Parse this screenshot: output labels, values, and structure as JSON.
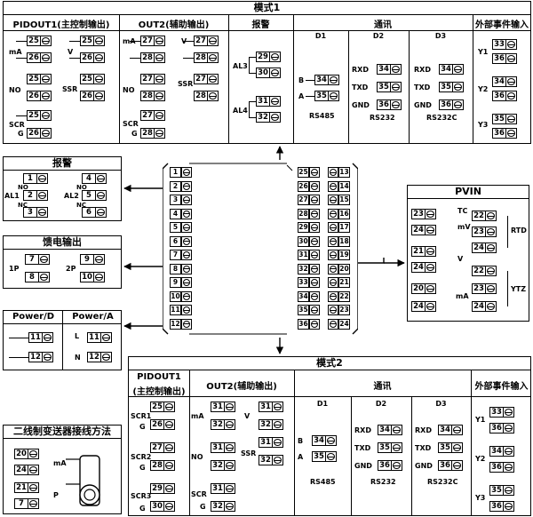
{
  "mode1": {
    "title": "模式1",
    "sections": {
      "pidout1": "PIDOUT1(主控制输出)",
      "out2": "OUT2(辅助输出)",
      "alarm": "报警",
      "comm": "通讯",
      "ext": "外部事件输入"
    },
    "comm_cols": [
      "D1",
      "D2",
      "D3"
    ],
    "comm_bottom": [
      "RS485",
      "RS232",
      "RS232C"
    ],
    "pidout1_terms": [
      "25",
      "26",
      "25",
      "26",
      "25",
      "26"
    ],
    "pidout1_labels": [
      "mA",
      "V",
      "NO",
      "SSR",
      "SCR",
      "G"
    ],
    "out2_terms": [
      "27",
      "28",
      "27",
      "28",
      "27",
      "28",
      "27",
      "28",
      "27",
      "28"
    ],
    "out2_labels": [
      "mA",
      "V",
      "NO",
      "SSR",
      "SCR",
      "G"
    ],
    "alarm_terms": [
      "29",
      "30",
      "31",
      "32"
    ],
    "alarm_labels": [
      "AL3",
      "AL4"
    ],
    "d1_terms": [
      "34",
      "35"
    ],
    "d1_labels": [
      "B",
      "A"
    ],
    "d2_terms": [
      "34",
      "35",
      "36"
    ],
    "d2_labels": [
      "RXD",
      "TXD",
      "GND"
    ],
    "d3_terms": [
      "34",
      "35",
      "36"
    ],
    "d3_labels": [
      "RXD",
      "TXD",
      "GND"
    ],
    "ext_terms": [
      "33",
      "36",
      "34",
      "36",
      "35",
      "36"
    ],
    "ext_labels": [
      "Y1",
      "Y2",
      "Y3"
    ]
  },
  "alarm_box": {
    "title": "报警",
    "terms": [
      "1",
      "2",
      "3",
      "4",
      "5",
      "6"
    ],
    "labels": [
      "AL1",
      "AL2",
      "NO",
      "NC",
      "NO",
      "NC"
    ]
  },
  "feed_box": {
    "title": "馈电输出",
    "terms": [
      "7",
      "8",
      "9",
      "10"
    ],
    "labels": [
      "1P",
      "2P"
    ]
  },
  "power_box": {
    "title_d": "Power/D",
    "title_a": "Power/A",
    "terms": [
      "11",
      "12",
      "11",
      "12"
    ],
    "labels": [
      "L",
      "N"
    ]
  },
  "two_wire_box": {
    "title": "二线制变送器接线方法",
    "terms": [
      "20",
      "24",
      "21",
      "7"
    ],
    "labels": [
      "mA",
      "P"
    ]
  },
  "strip": {
    "left": [
      "1",
      "2",
      "3",
      "4",
      "5",
      "6",
      "7",
      "8",
      "9",
      "10",
      "11",
      "12"
    ],
    "mid": [
      "25",
      "26",
      "27",
      "28",
      "29",
      "30",
      "31",
      "32",
      "33",
      "34",
      "35",
      "36"
    ],
    "right": [
      "13",
      "14",
      "15",
      "16",
      "17",
      "18",
      "19",
      "20",
      "21",
      "22",
      "23",
      "24"
    ]
  },
  "pvin_box": {
    "title": "PVIN",
    "terms": [
      "23",
      "24",
      "21",
      "24",
      "20",
      "24",
      "22",
      "23",
      "24",
      "22",
      "23",
      "24"
    ],
    "labels": [
      "TC",
      "mV",
      "V",
      "mA",
      "RTD",
      "YTZ"
    ]
  },
  "mode2": {
    "title": "模式2",
    "sections": {
      "pidout1_a": "PIDOUT1",
      "pidout1_b": "(主控制输出)",
      "out2": "OUT2(辅助输出)",
      "comm": "通讯",
      "ext": "外部事件输入"
    },
    "comm_cols": [
      "D1",
      "D2",
      "D3"
    ],
    "comm_bottom": [
      "RS485",
      "RS232",
      "RS232C"
    ],
    "pidout1_terms": [
      "25",
      "26",
      "27",
      "28",
      "29",
      "30"
    ],
    "pidout1_labels": [
      "SCR1",
      "G",
      "SCR2",
      "G",
      "SCR3",
      "G"
    ],
    "out2_terms": [
      "31",
      "32",
      "31",
      "32",
      "31",
      "32",
      "31",
      "32",
      "31",
      "32"
    ],
    "out2_labels": [
      "mA",
      "V",
      "NO",
      "SSR",
      "SCR",
      "G"
    ],
    "d1_terms": [
      "34",
      "35"
    ],
    "d1_labels": [
      "B",
      "A"
    ],
    "d2_terms": [
      "34",
      "35",
      "36"
    ],
    "d2_labels": [
      "RXD",
      "TXD",
      "GND"
    ],
    "d3_terms": [
      "34",
      "35",
      "36"
    ],
    "d3_labels": [
      "RXD",
      "TXD",
      "GND"
    ],
    "ext_terms": [
      "33",
      "36",
      "34",
      "36",
      "35",
      "36"
    ],
    "ext_labels": [
      "Y1",
      "Y2",
      "Y3"
    ]
  }
}
